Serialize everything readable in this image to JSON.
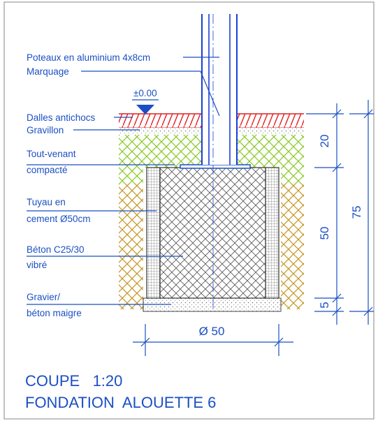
{
  "labels": {
    "poteaux": "Poteaux en aluminium 4x8cm",
    "marquage": "Marquage",
    "niveau": "±0.00",
    "dalles": "Dalles antichocs",
    "gravillon": "Gravillon",
    "tout_venant_1": "Tout-venant",
    "tout_venant_2": "compacté",
    "tuyau_1": "Tuyau en",
    "tuyau_2": "cement Ø50cm",
    "beton_1": "Béton C25/30",
    "beton_2": "vibré",
    "gravier_1": "Gravier/",
    "gravier_2": "béton maigre"
  },
  "dimensions": {
    "diameter": "Ø 50",
    "d20": "20",
    "d50": "50",
    "d5": "5",
    "d75": "75"
  },
  "title": {
    "line1": "COUPE   1:20",
    "line2": "FONDATION  ALOUETTE 6"
  },
  "colors": {
    "annotation": "#1a4fc4",
    "dalles": "#e02020",
    "tout_venant": "#8ccc2a",
    "soil": "#c79a2e",
    "concrete_hatch": "#555555"
  }
}
